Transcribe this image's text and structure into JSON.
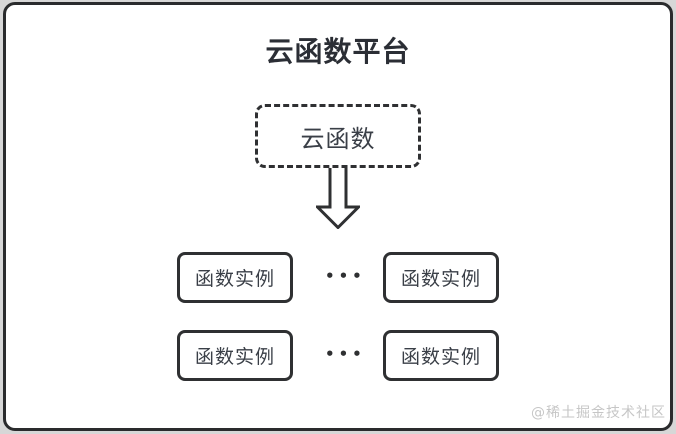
{
  "diagram": {
    "title": "云函数平台",
    "source_node": {
      "label": "云函数"
    },
    "arrow": "down-block-arrow",
    "rows": [
      {
        "left": "函数实例",
        "dots": "•••",
        "right": "函数实例"
      },
      {
        "left": "函数实例",
        "dots": "•••",
        "right": "函数实例"
      }
    ]
  },
  "watermark": "@稀土掘金技术社区",
  "colors": {
    "stroke": "#2f3032",
    "title_text": "#2b2e35",
    "node_text": "#3a3f47",
    "watermark_text": "#c6c6c6",
    "page_bg": "#d7d7d7",
    "canvas_bg": "#ffffff"
  }
}
